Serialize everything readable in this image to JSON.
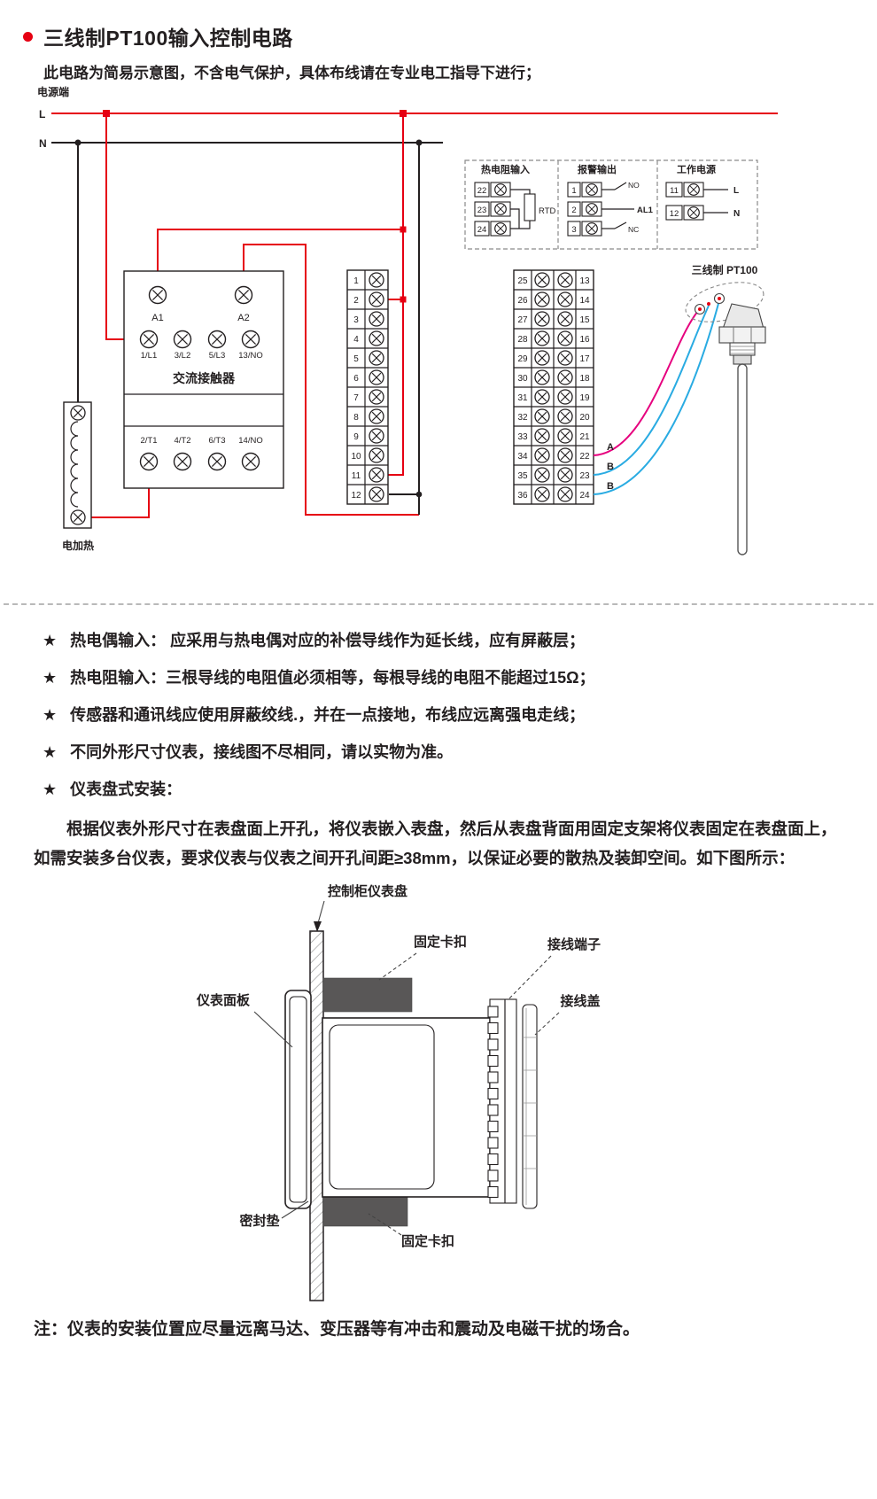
{
  "colors": {
    "red": "#e60012",
    "magenta": "#e6007e",
    "blue": "#29abe2",
    "ink": "#231f20",
    "clip": "#595757"
  },
  "header": {
    "title": "三线制PT100输入控制电路",
    "subtitle": "此电路为简易示意图，不含电气保护，具体布线请在专业电工指导下进行；"
  },
  "circuit": {
    "power_label": "电源端",
    "l_label": "L",
    "n_label": "N",
    "legend": {
      "rtd_title": "热电阻输入",
      "rtd_terms": [
        "22",
        "23",
        "24"
      ],
      "rtd_label": "RTD",
      "alarm_title": "报警输出",
      "alarm_terms": [
        "1",
        "2",
        "3"
      ],
      "no_label": "NO",
      "nc_label": "NC",
      "al1_label": "AL1",
      "pwr_title": "工作电源",
      "pwr_terms": [
        "11",
        "12"
      ],
      "pwr_l": "L",
      "pwr_n": "N"
    },
    "contactor": {
      "name": "交流接触器",
      "a1": "A1",
      "a2": "A2",
      "top": [
        "1/L1",
        "3/L2",
        "5/L3",
        "13/NO"
      ],
      "bottom": [
        "2/T1",
        "4/T2",
        "6/T3",
        "14/NO"
      ]
    },
    "heater_label": "电加热",
    "left_strip": [
      "1",
      "2",
      "3",
      "4",
      "5",
      "6",
      "7",
      "8",
      "9",
      "10",
      "11",
      "12"
    ],
    "mid_left": [
      "25",
      "26",
      "27",
      "28",
      "29",
      "30",
      "31",
      "32",
      "33",
      "34",
      "35",
      "36"
    ],
    "mid_right": [
      "13",
      "14",
      "15",
      "16",
      "17",
      "18",
      "19",
      "20",
      "21",
      "22",
      "23",
      "24"
    ],
    "sensor_label": "三线制  PT100",
    "wire_a": "A",
    "wire_b1": "B",
    "wire_b2": "B"
  },
  "notes": {
    "star": "★",
    "items": [
      "热电偶输入： 应采用与热电偶对应的补偿导线作为延长线，应有屏蔽层；",
      "热电阻输入：三根导线的电阻值必须相等，每根导线的电阻不能超过15Ω；",
      "传感器和通讯线应使用屏蔽绞线.，并在一点接地，布线应远离强电走线；",
      "不同外形尺寸仪表，接线图不尽相同，请以实物为准。",
      "仪表盘式安装："
    ]
  },
  "install": {
    "paragraph": "根据仪表外形尺寸在表盘面上开孔，将仪表嵌入表盘，然后从表盘背面用固定支架将仪表固定在表盘面上，如需安装多台仪表，要求仪表与仪表之间开孔间距≥38mm，以保证必要的散热及装卸空间。如下图所示：",
    "labels": {
      "panel": "控制柜仪表盘",
      "clip_top": "固定卡扣",
      "terminal": "接线端子",
      "cover": "接线盖",
      "front": "仪表面板",
      "gasket": "密封垫",
      "clip_bottom": "固定卡扣"
    }
  },
  "footer_note": "注：仪表的安装位置应尽量远离马达、变压器等有冲击和震动及电磁干扰的场合。"
}
